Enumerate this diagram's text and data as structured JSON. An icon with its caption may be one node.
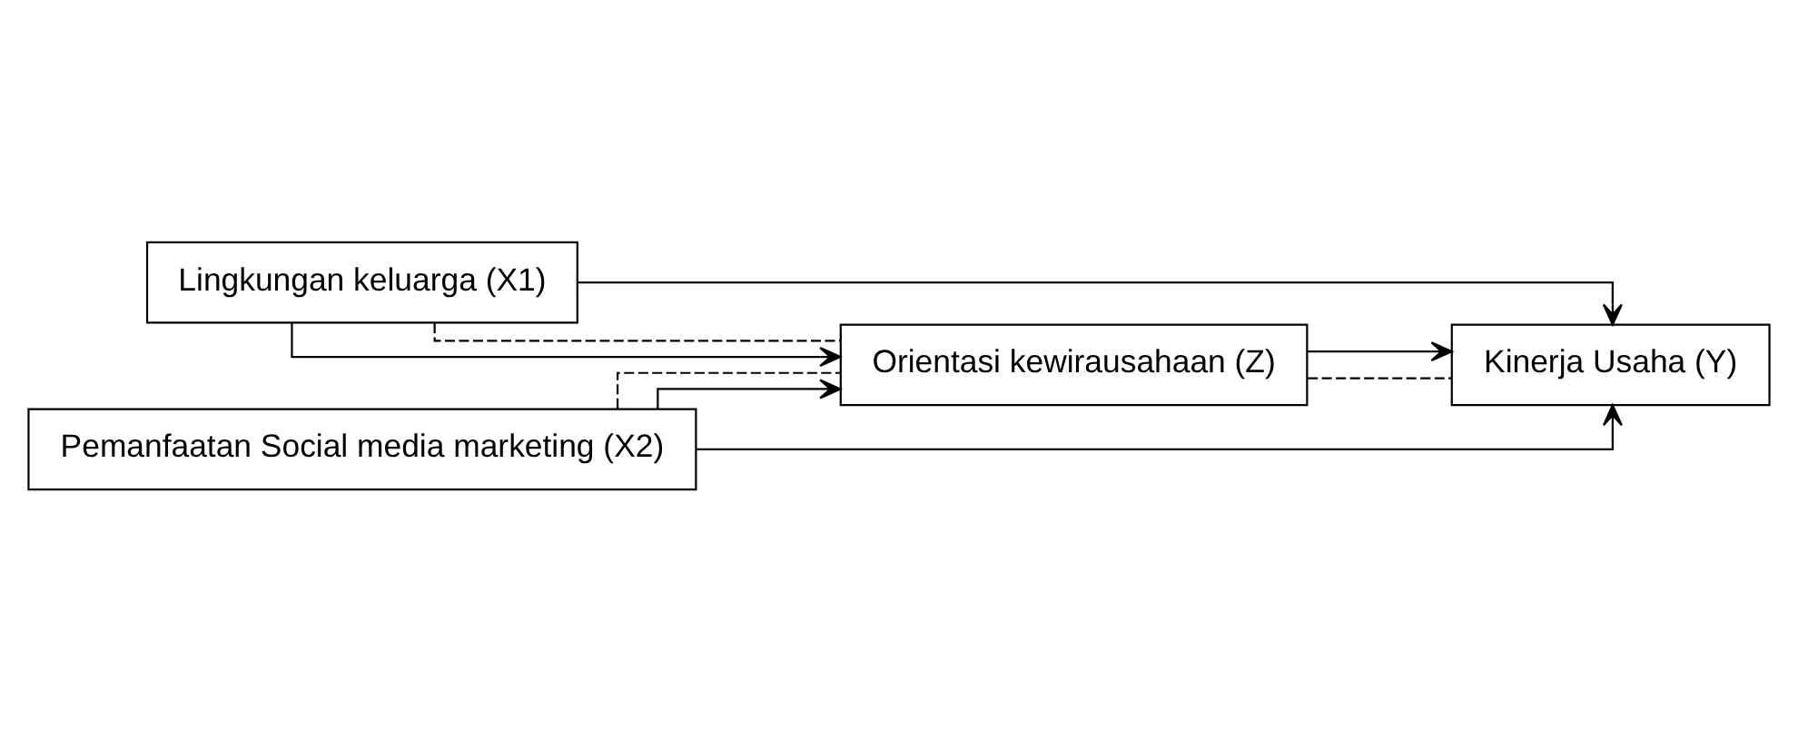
{
  "diagram": {
    "nodes": [
      {
        "text": [
          "Lingkungan keluarga (X1)"
        ]
      },
      {
        "text": [
          "Orientasi kewirausahaan (Z)"
        ]
      },
      {
        "text": [
          "Kinerja Usaha (Y)"
        ]
      },
      {
        "text": [
          "Pemanfaatan Social media marketing (X2)"
        ]
      }
    ],
    "edges": [
      {
        "from": 0,
        "to": 2,
        "arrow": "to"
      },
      {
        "from": 0,
        "to": 1,
        "arrow": "to"
      },
      {
        "from": 0,
        "to": 1,
        "arrow": "none",
        "style": "dashed"
      },
      {
        "from": 3,
        "to": 1,
        "arrow": "none",
        "style": "dashed"
      },
      {
        "from": 1,
        "to": 2,
        "arrow": "none",
        "style": "dashed"
      },
      {
        "from": 1,
        "to": 2,
        "arrow": "to"
      },
      {
        "from": 3,
        "to": 1,
        "arrow": "to"
      },
      {
        "from": 3,
        "to": 2,
        "arrow": "to"
      }
    ]
  }
}
